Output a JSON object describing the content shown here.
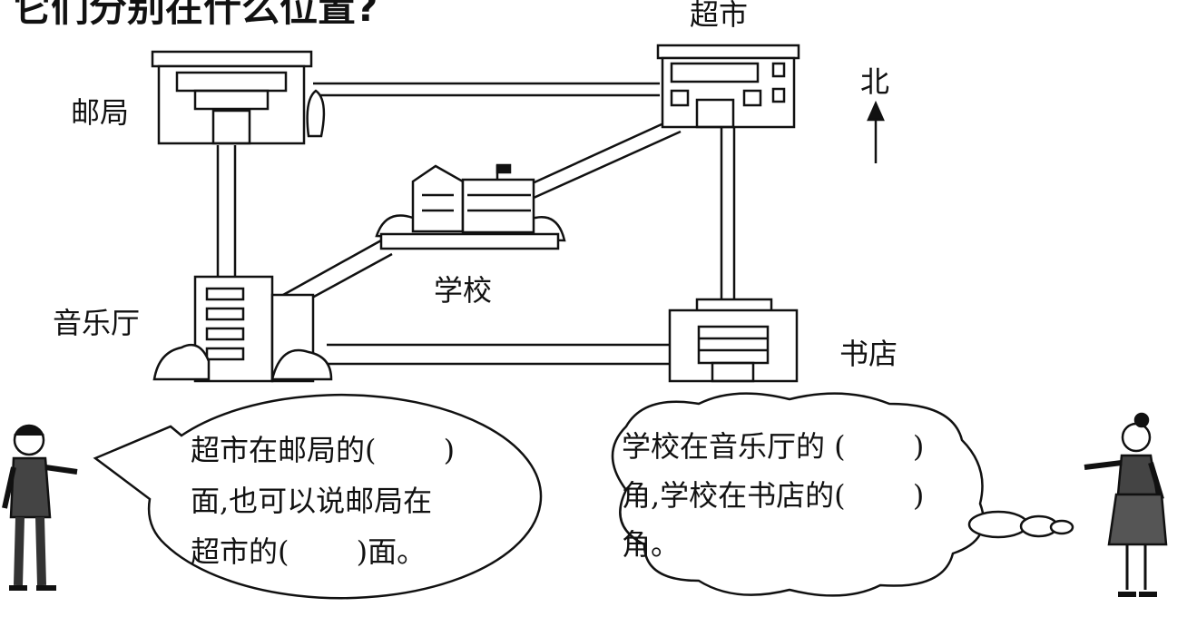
{
  "title": "它们分别在什么位置?",
  "places": {
    "post_office": "邮局",
    "supermarket": "超市",
    "school": "学校",
    "concert_hall": "音乐厅",
    "bookstore": "书店"
  },
  "compass": {
    "north": "北"
  },
  "boy_bubble": {
    "lines": [
      "超市在邮局的(　　 )",
      "面,也可以说邮局在",
      "超市的(　　 )面。"
    ]
  },
  "girl_bubble": {
    "lines": [
      "学校在音乐厅的 (　　 )",
      "角,学校在书店的(　　 )",
      "角。"
    ]
  }
}
